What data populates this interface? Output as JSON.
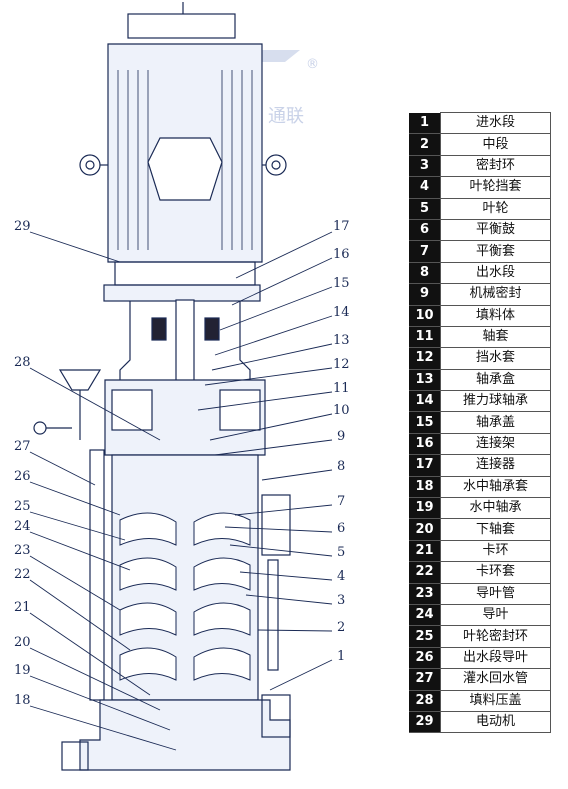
{
  "watermark": {
    "text": "通联",
    "mark": "®"
  },
  "parts": [
    {
      "num": "1",
      "name": "进水段"
    },
    {
      "num": "2",
      "name": "中段"
    },
    {
      "num": "3",
      "name": "密封环"
    },
    {
      "num": "4",
      "name": "叶轮挡套"
    },
    {
      "num": "5",
      "name": "叶轮"
    },
    {
      "num": "6",
      "name": "平衡鼓"
    },
    {
      "num": "7",
      "name": "平衡套"
    },
    {
      "num": "8",
      "name": "出水段"
    },
    {
      "num": "9",
      "name": "机械密封"
    },
    {
      "num": "10",
      "name": "填料体"
    },
    {
      "num": "11",
      "name": "轴套"
    },
    {
      "num": "12",
      "name": "挡水套"
    },
    {
      "num": "13",
      "name": "轴承盒"
    },
    {
      "num": "14",
      "name": "推力球轴承"
    },
    {
      "num": "15",
      "name": "轴承盖"
    },
    {
      "num": "16",
      "name": "连接架"
    },
    {
      "num": "17",
      "name": "连接器"
    },
    {
      "num": "18",
      "name": "水中轴承套"
    },
    {
      "num": "19",
      "name": "水中轴承"
    },
    {
      "num": "20",
      "name": "下轴套"
    },
    {
      "num": "21",
      "name": "卡环"
    },
    {
      "num": "22",
      "name": "卡环套"
    },
    {
      "num": "23",
      "name": "导叶管"
    },
    {
      "num": "24",
      "name": "导叶"
    },
    {
      "num": "25",
      "name": "叶轮密封环"
    },
    {
      "num": "26",
      "name": "出水段导叶"
    },
    {
      "num": "27",
      "name": "灌水回水管"
    },
    {
      "num": "28",
      "name": "填料压盖"
    },
    {
      "num": "29",
      "name": "电动机"
    }
  ]
}
